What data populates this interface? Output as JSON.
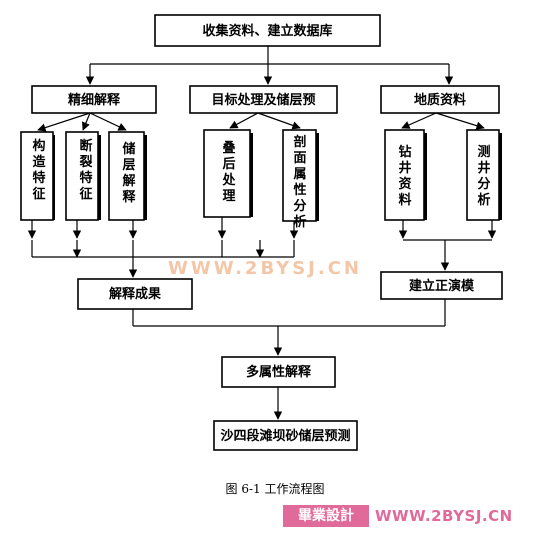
{
  "nodes": {
    "collect": "收集资料、建立数据库",
    "fine_interpretation": "精细解释",
    "target_processing": "目标处理及储层预",
    "geology_data": "地质资料",
    "structure_features": "构造特征",
    "fault_features": "断裂特征",
    "reservoir_interpretation": "储层解释",
    "stack_processing": "叠后处理",
    "profile_attribute_analysis": "剖面属性分析",
    "drilling_data": "钻井资料",
    "logging_analysis": "测井分析",
    "interpretation_results": "解释成果",
    "forward_modeling": "建立正演模",
    "multi_attribute_interpretation": "多属性解释",
    "reservoir_prediction": "沙四段滩坝砂储层预测"
  },
  "caption": "图 6-1  工作流程图",
  "watermark": {
    "center_url": "WWW.2BYSJ.CN",
    "badge_text": "畢業設計",
    "badge_url": "WWW.2BYSJ.CN"
  },
  "colors": {
    "watermark": "#f4c6a8",
    "badge": "#e06a9a"
  }
}
